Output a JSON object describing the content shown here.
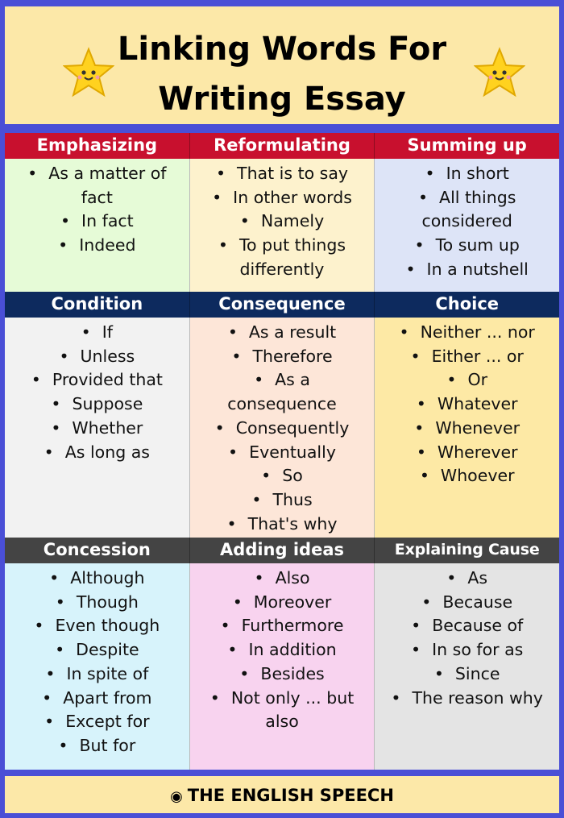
{
  "page": {
    "title": "Linking Words For\nWriting Essay",
    "footer": "THE ENGLISH SPEECH"
  },
  "colors": {
    "border": "#4a4fd6",
    "title_bg": "#fce8a8",
    "header_red": "#c8102e",
    "header_navy": "#0d2a5e",
    "header_gray": "#444444"
  },
  "sections": [
    {
      "heading": "Emphasizing",
      "header_color": "#c8102e",
      "cell_color": "#e6fbd7",
      "items": [
        "As a matter of fact",
        "In fact",
        "Indeed"
      ]
    },
    {
      "heading": "Reformulating",
      "header_color": "#c8102e",
      "cell_color": "#fdf2cd",
      "items": [
        "That is to say",
        "In other words",
        "Namely",
        "To put things differently"
      ]
    },
    {
      "heading": "Summing up",
      "header_color": "#c8102e",
      "cell_color": "#dde4f7",
      "items": [
        "In short",
        "All things considered",
        "To sum up",
        "In a nutshell"
      ]
    },
    {
      "heading": "Condition",
      "header_color": "#0d2a5e",
      "cell_color": "#f2f2f2",
      "items": [
        "If",
        "Unless",
        "Provided that",
        "Suppose",
        "Whether",
        "As long as"
      ]
    },
    {
      "heading": "Consequence",
      "header_color": "#0d2a5e",
      "cell_color": "#fde6d8",
      "items": [
        "As a result",
        "Therefore",
        "As a consequence",
        "Consequently",
        "Eventually",
        "So",
        "Thus",
        "That's why"
      ]
    },
    {
      "heading": "Choice",
      "header_color": "#0d2a5e",
      "cell_color": "#fde9a5",
      "items": [
        "Neither ... nor",
        "Either ... or",
        "Or",
        "Whatever",
        "Whenever",
        "Wherever",
        "Whoever"
      ]
    },
    {
      "heading": "Concession",
      "header_color": "#444444",
      "cell_color": "#d7f3fb",
      "items": [
        "Although",
        "Though",
        "Even though",
        "Despite",
        "In spite of",
        "Apart from",
        "Except for",
        "But for"
      ]
    },
    {
      "heading": "Adding ideas",
      "header_color": "#444444",
      "cell_color": "#f8d3ef",
      "items": [
        "Also",
        "Moreover",
        "Furthermore",
        "In addition",
        "Besides",
        "Not only ... but also"
      ]
    },
    {
      "heading": "Explaining Cause",
      "header_color": "#444444",
      "cell_color": "#e4e4e4",
      "items": [
        "As",
        "Because",
        "Because of",
        "In so for as",
        "Since",
        "The reason why"
      ]
    }
  ]
}
